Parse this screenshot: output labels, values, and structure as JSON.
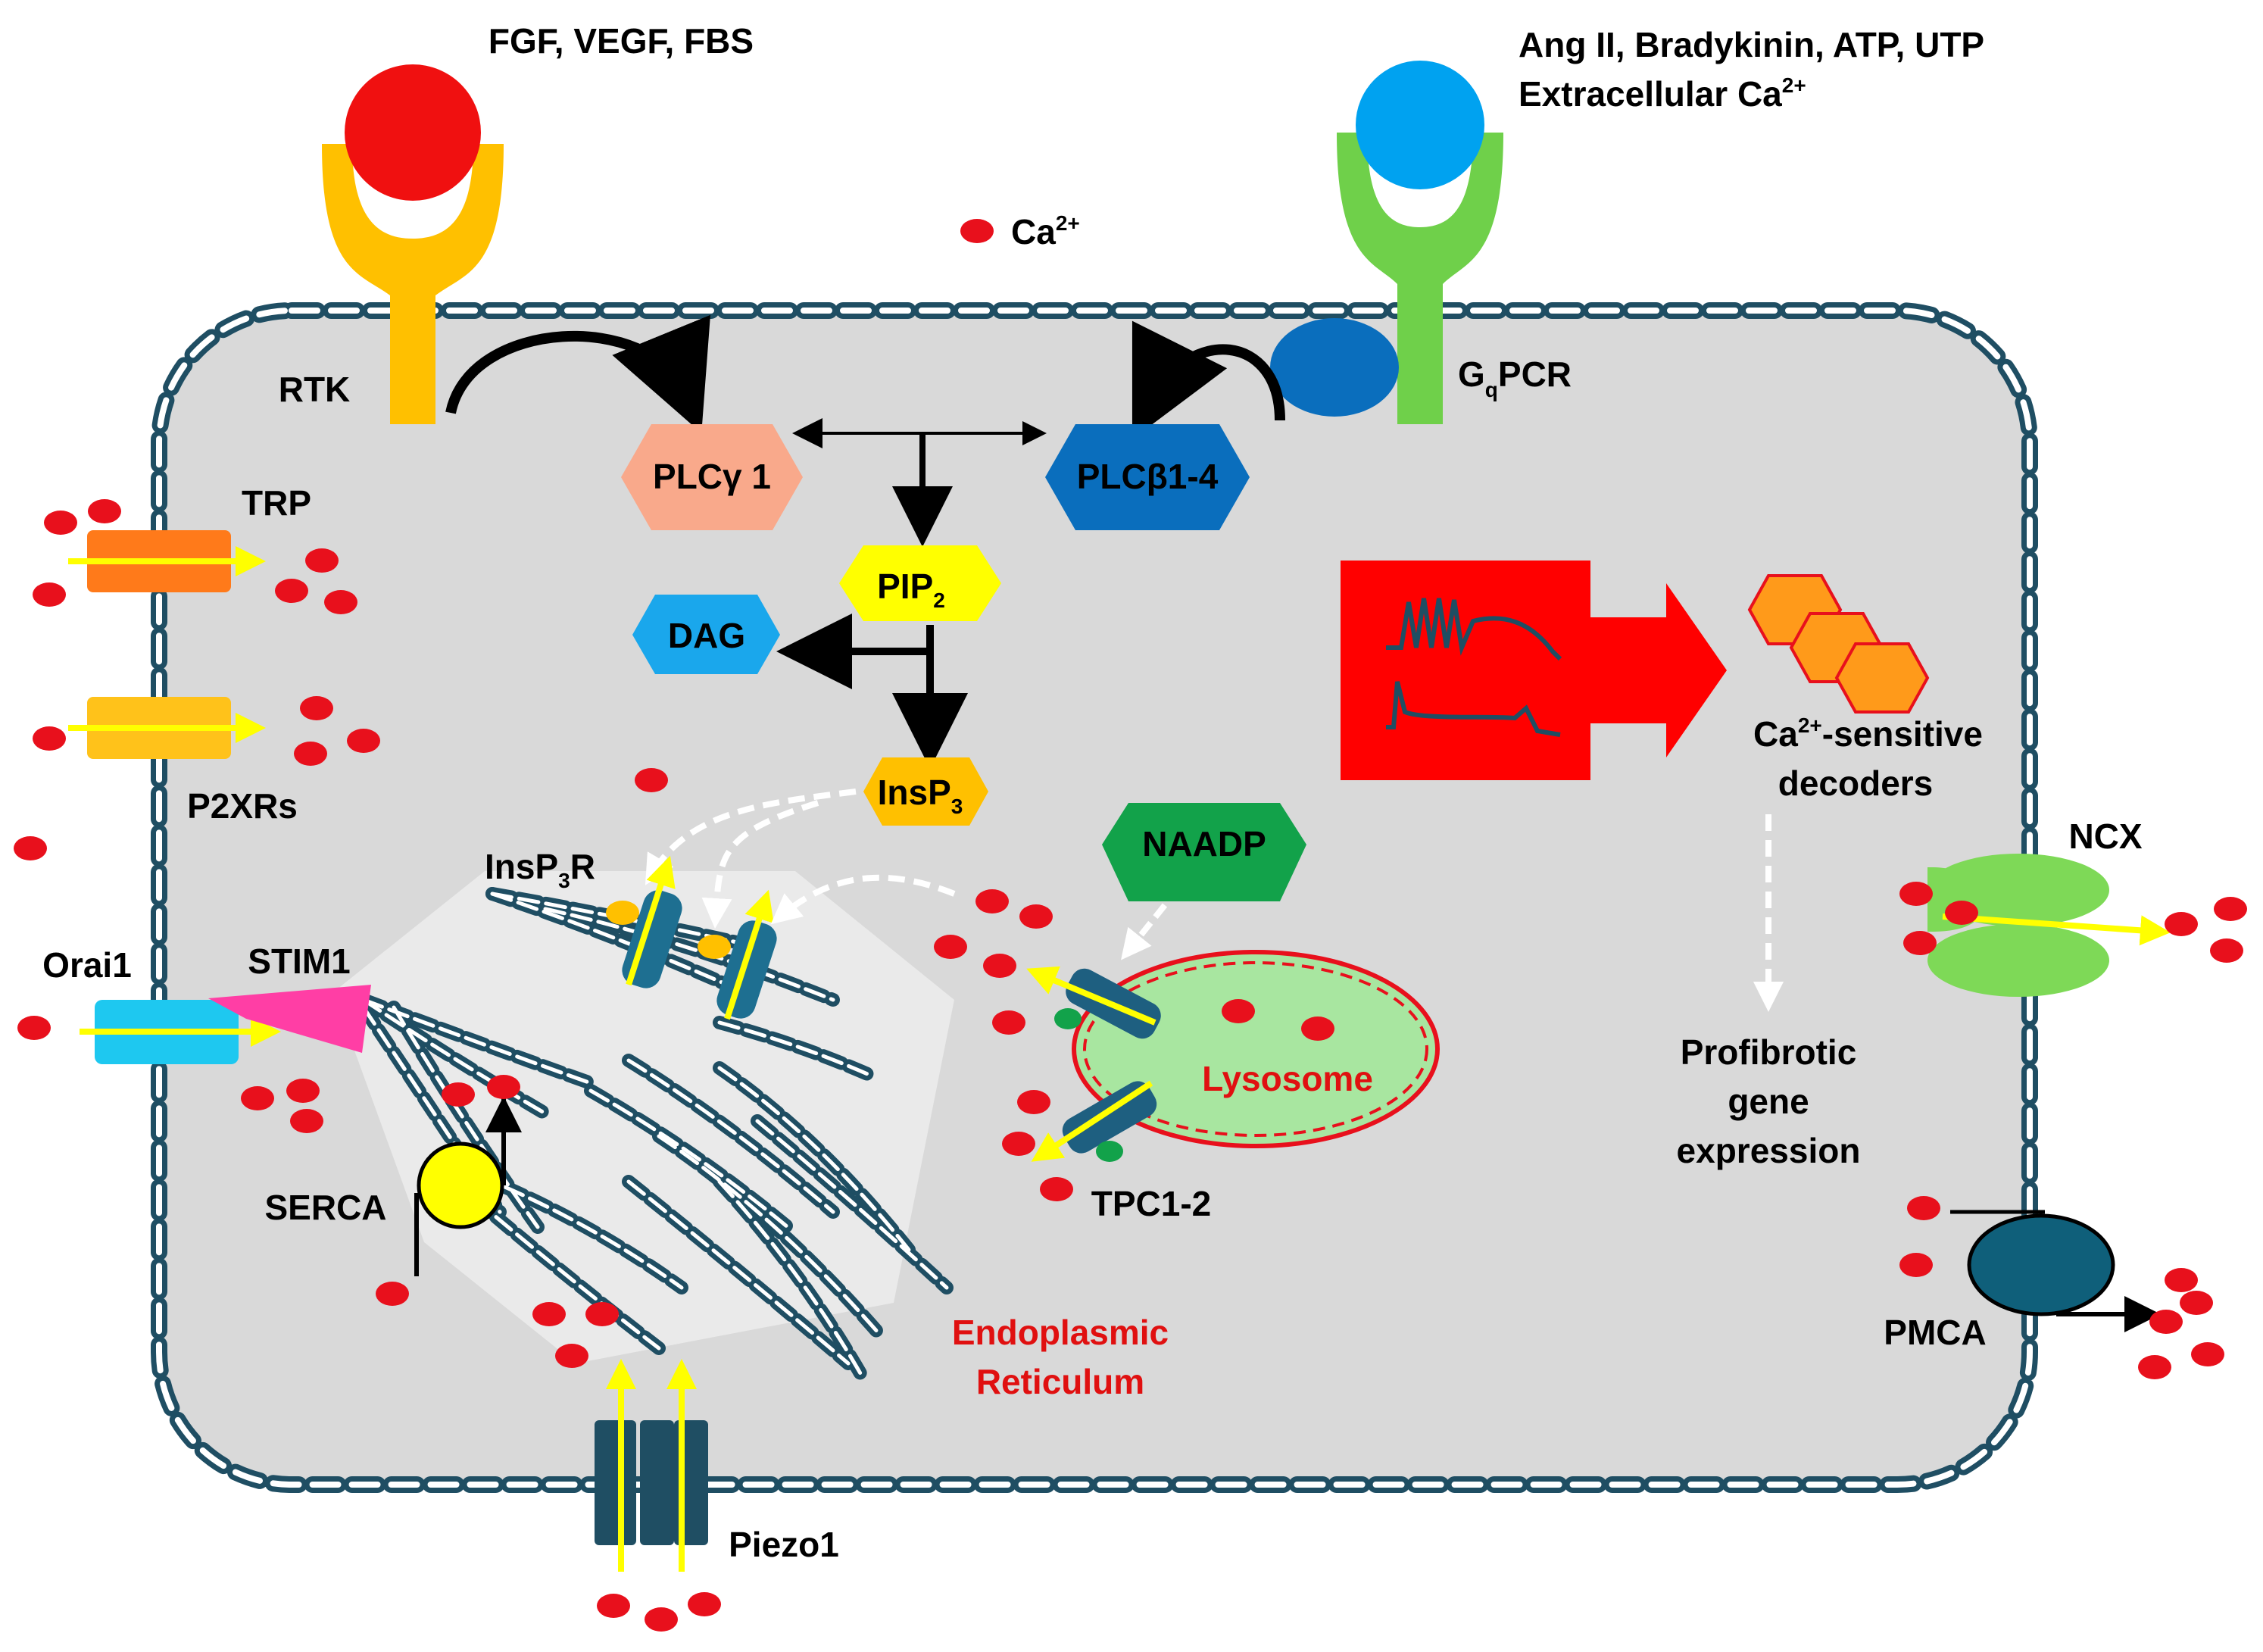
{
  "ligands": {
    "rtk_ligands": "FGF, VEGF, FBS",
    "gpcr_ligands_line1": "Ang II, Bradykinin, ATP, UTP",
    "gpcr_ligands_line2": "Extracellular Ca",
    "gpcr_ligands_line2_sup": "2+"
  },
  "legend": {
    "ca_label": "Ca",
    "ca_sup": "2+"
  },
  "receptors": {
    "rtk": "RTK",
    "gqpcr_g": "G",
    "gqpcr_q": "q",
    "gqpcr_rest": "PCR"
  },
  "enzymes": {
    "plcg": "PLCγ 1",
    "plcb": "PLCβ1-4",
    "pip2": "PIP",
    "pip2_sub": "2",
    "dag": "DAG",
    "insp3": "InsP",
    "insp3_sub": "3",
    "naadp": "NAADP"
  },
  "channels": {
    "trp": "TRP",
    "p2xrs": "P2XRs",
    "orai1": "Orai1",
    "stim1": "STIM1",
    "insp3r_a": "InsP",
    "insp3r_sub": "3",
    "insp3r_b": "R",
    "serca": "SERCA",
    "tpc": "TPC1-2",
    "piezo1": "Piezo1",
    "ncx": "NCX",
    "pmca": "PMCA"
  },
  "organelles": {
    "lysosome": "Lysosome",
    "er_line1": "Endoplasmic",
    "er_line2": "Reticulum"
  },
  "decoders": {
    "line1_ca": "Ca",
    "line1_sup": "2+",
    "line1_rest": "-sensitive",
    "line2": "decoders"
  },
  "output": {
    "line1": "Profibrotic",
    "line2": "gene",
    "line3": "expression"
  },
  "colors": {
    "cell": "#d9d9d9",
    "membrane": "#1f4e63",
    "calcium": "#e8101c",
    "rtk": "#ffc000",
    "rtk_ligand": "#f01010",
    "gpcr": "#6fd04a",
    "gpcr_ligand": "#00a2f0",
    "plcg": "#f9a98b",
    "plcb": "#0a6ebd",
    "pip2": "#ffff00",
    "dag": "#1aa7ec",
    "insp3": "#ffc000",
    "naadp": "#12a24a",
    "trp": "#ff7a1a",
    "p2x": "#ffc21a",
    "orai": "#1ec8f0",
    "stim": "#ff3ea5",
    "lysosome": "#a8e6a0",
    "ncx": "#7ed957",
    "pmca": "#0f5f7a",
    "serca": "#ffff00",
    "signal_box": "#ff0000",
    "decoder": "#ff9a1a"
  }
}
